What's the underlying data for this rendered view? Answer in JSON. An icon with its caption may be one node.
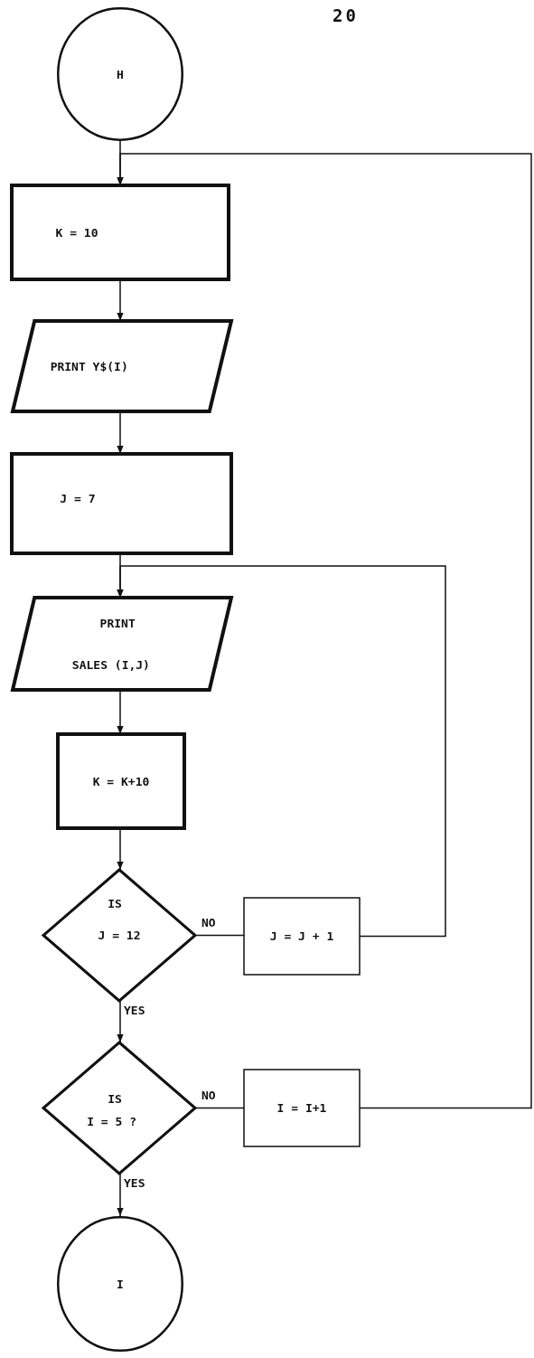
{
  "diagram": {
    "nodes": [
      {
        "text": [
          "H"
        ]
      },
      {
        "text": [
          "K = 10"
        ]
      },
      {
        "text": [
          "PRINT Y$(I)"
        ]
      },
      {
        "text": [
          "J = 7"
        ]
      },
      {
        "text": [
          "PRINT",
          "SALES (I,J)"
        ]
      },
      {
        "text": [
          "K = K+10"
        ]
      },
      {
        "text": [
          "IS",
          "J = 12"
        ]
      },
      {
        "text": [
          "J = J + 1"
        ]
      },
      {
        "text": [
          "IS",
          "I = 5 ?"
        ]
      },
      {
        "text": [
          "I = I+1"
        ]
      },
      {
        "text": [
          "I"
        ]
      }
    ],
    "edges": [
      {
        "from": 0,
        "to": 1,
        "arrow": "to"
      },
      {
        "from": 1,
        "to": 2,
        "arrow": "to"
      },
      {
        "from": 2,
        "to": 3,
        "arrow": "to"
      },
      {
        "from": 3,
        "to": 4,
        "arrow": "to"
      },
      {
        "from": 4,
        "to": 5,
        "arrow": "to"
      },
      {
        "from": 5,
        "to": 6,
        "arrow": "to"
      },
      {
        "from": 6,
        "to": 7,
        "arrow": "none",
        "label": "NO"
      },
      {
        "from": 7,
        "to": 4,
        "arrow": "to"
      },
      {
        "from": 6,
        "to": 8,
        "arrow": "to",
        "label": "YES"
      },
      {
        "from": 8,
        "to": 9,
        "arrow": "none",
        "label": "NO"
      },
      {
        "from": 9,
        "to": 1,
        "arrow": "to"
      },
      {
        "from": 8,
        "to": 10,
        "arrow": "to",
        "label": "YES"
      }
    ],
    "labels": [
      "20"
    ]
  }
}
